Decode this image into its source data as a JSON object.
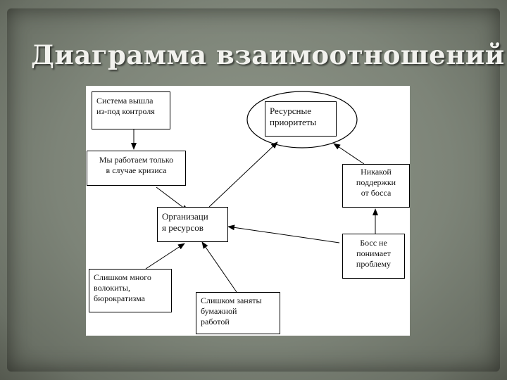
{
  "title": "Диаграмма взаимоотношений",
  "nodes": {
    "control": "Система вышла\nиз-под контроля",
    "crisis": "Мы работаем только\nв случае кризиса",
    "priorities": "Ресурсные\nприоритеты",
    "no_support": "Никакой\nподдержки\nот босса",
    "organization": "Организаци\nя ресурсов",
    "boss": "Босс не\nпонимает\nпроблему",
    "red_tape": "Слишком много\nволокиты,\nбюрократизма",
    "paperwork": "Слишком заняты\nбумажной\nработой"
  }
}
